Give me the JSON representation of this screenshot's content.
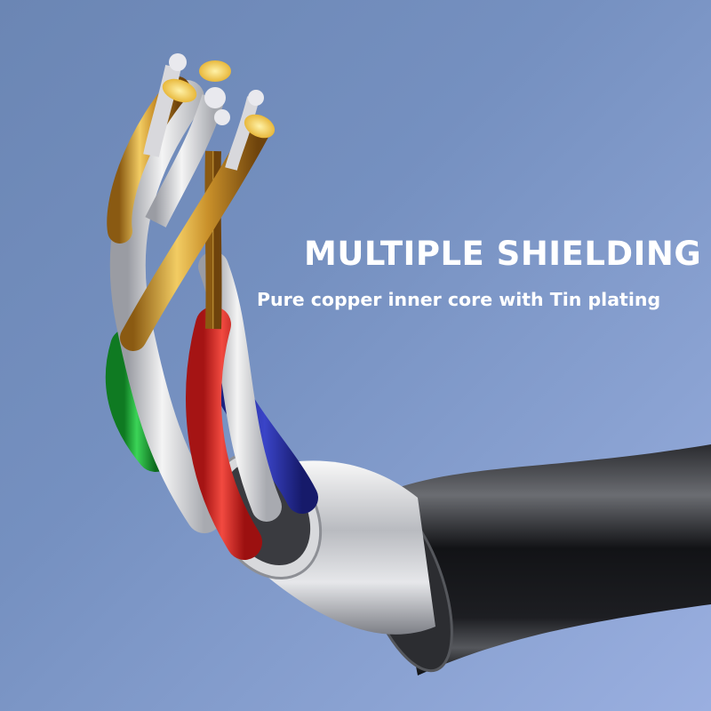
{
  "image": {
    "headline": "MULTIPLE SHIELDING",
    "subline": "Pure copper inner core with Tin plating",
    "colors": {
      "background_top_left": "#6b86b4",
      "background_bottom_right": "#9aafe0",
      "text": "#ffffff",
      "gold_conductor": "#d9a93a",
      "white_shield": "#dcdcdc",
      "green_wire": "#1fae3a",
      "red_wire": "#e02a2a",
      "blue_wire": "#2a33a8",
      "silver_sleeve": "#c8c8cc",
      "black_jacket": "#1b1c1f"
    },
    "depicted": [
      "gold-plated conductors",
      "tin-plated copper strands",
      "white braided shielding",
      "green wire",
      "red wire",
      "blue wire",
      "silver metal sleeve",
      "black cable jacket"
    ]
  }
}
